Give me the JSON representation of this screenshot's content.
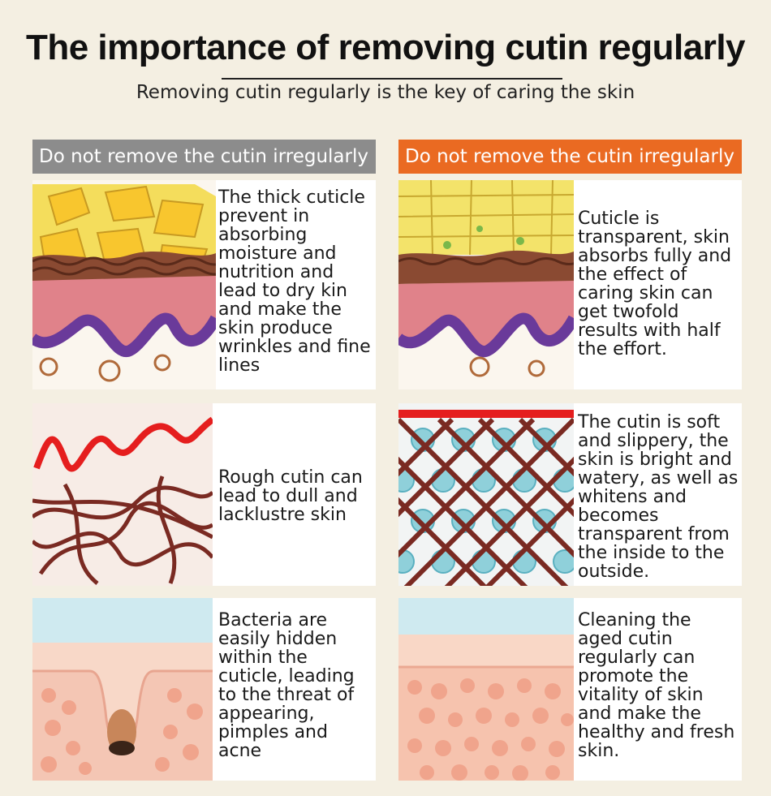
{
  "header": {
    "title": "The importance of removing cutin regularly",
    "subtitle": "Removing cutin regularly is the key of caring the skin"
  },
  "columns": {
    "left_heading": "Do not remove the cutin irregularly",
    "right_heading": "Do not remove the cutin irregularly"
  },
  "left_panels": [
    {
      "text": "The thick cuticle prevent in absorbing moisture and nutrition and lead to dry kin and make the skin produce wrinkles and fine lines"
    },
    {
      "text": "Rough cutin can lead to dull and lacklustre skin"
    },
    {
      "text": "Bacteria are easily hidden within the cuticle, leading to the threat of appearing, pimples and acne"
    }
  ],
  "right_panels": [
    {
      "text": "Cuticle is transparent, skin absorbs fully and the effect of caring skin can get twofold results with half the effort."
    },
    {
      "text": "The cutin is soft and slippery, the skin is bright and watery, as well as whitens and becomes transparent from the inside to the outside."
    },
    {
      "text": "Cleaning the aged cutin regularly can promote the vitality of skin and make the healthy and fresh skin."
    }
  ],
  "colors": {
    "background": "#f4efe2",
    "left_heading_bg": "#8c8c8c",
    "right_heading_bg": "#ea6a22",
    "cuticle_yellow": "#f2dc5a",
    "cutin_red": "#e51e1e",
    "fiber_brown": "#7a2a22",
    "dermis_pink": "#d9787c",
    "basal_purple": "#6a3a9a",
    "water_blue": "#7cc3cf"
  },
  "icons": {
    "panel_1": "thick-cuticle-skin-illustration",
    "panel_2": "transparent-cuticle-skin-illustration",
    "panel_3": "rough-cutin-fiber-illustration",
    "panel_4": "smooth-cutin-lattice-illustration",
    "panel_5": "clogged-pore-illustration",
    "panel_6": "clean-skin-layer-illustration"
  }
}
